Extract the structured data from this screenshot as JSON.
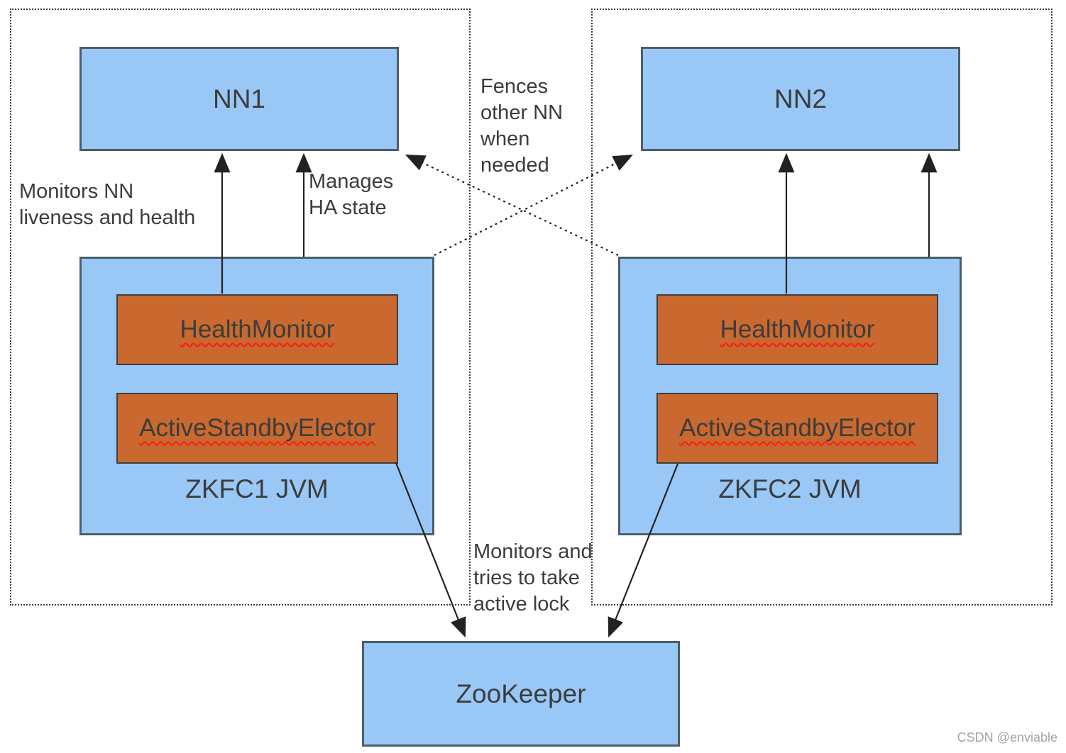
{
  "colors": {
    "node_fill": "#99C8F7",
    "node_border": "#4E5D6B",
    "component_fill": "#C9692F",
    "component_border": "#3F3F3F",
    "text": "#3C3C3C",
    "spellcheck": "#FF1A1A",
    "arrow": "#222222",
    "boundary": "#3A3A3A",
    "watermark": "#9EA4AB"
  },
  "nodes": {
    "nn1": {
      "label": "NN1"
    },
    "nn2": {
      "label": "NN2"
    },
    "zkfc1": {
      "label": "ZKFC1 JVM",
      "components": {
        "health_monitor": "HealthMonitor",
        "elector": "ActiveStandbyElector"
      }
    },
    "zkfc2": {
      "label": "ZKFC2 JVM",
      "components": {
        "health_monitor": "HealthMonitor",
        "elector": "ActiveStandbyElector"
      }
    },
    "zookeeper": {
      "label": "ZooKeeper"
    }
  },
  "annotations": {
    "monitors_nn": "Monitors NN\nliveness and health",
    "manages_ha": "Manages\nHA state",
    "fences": "Fences\nother NN\nwhen\nneeded",
    "zk_lock": "Monitors and\ntries to take\nactive lock"
  },
  "edges": [
    {
      "from": "zkfc1.health_monitor",
      "to": "nn1",
      "style": "solid",
      "label": "Monitors NN liveness and health"
    },
    {
      "from": "zkfc1",
      "to": "nn1",
      "style": "solid",
      "label": "Manages HA state"
    },
    {
      "from": "zkfc2.health_monitor",
      "to": "nn2",
      "style": "solid",
      "label": "Monitors NN liveness and health"
    },
    {
      "from": "zkfc2",
      "to": "nn2",
      "style": "solid",
      "label": "Manages HA state"
    },
    {
      "from": "zkfc1",
      "to": "nn2",
      "style": "dotted",
      "label": "Fences other NN when needed"
    },
    {
      "from": "zkfc2",
      "to": "nn1",
      "style": "dotted",
      "label": "Fences other NN when needed"
    },
    {
      "from": "zkfc1.elector",
      "to": "zookeeper",
      "style": "solid",
      "label": "Monitors and tries to take active lock"
    },
    {
      "from": "zkfc2.elector",
      "to": "zookeeper",
      "style": "solid",
      "label": "Monitors and tries to take active lock"
    }
  ],
  "watermark": "CSDN @enviable"
}
